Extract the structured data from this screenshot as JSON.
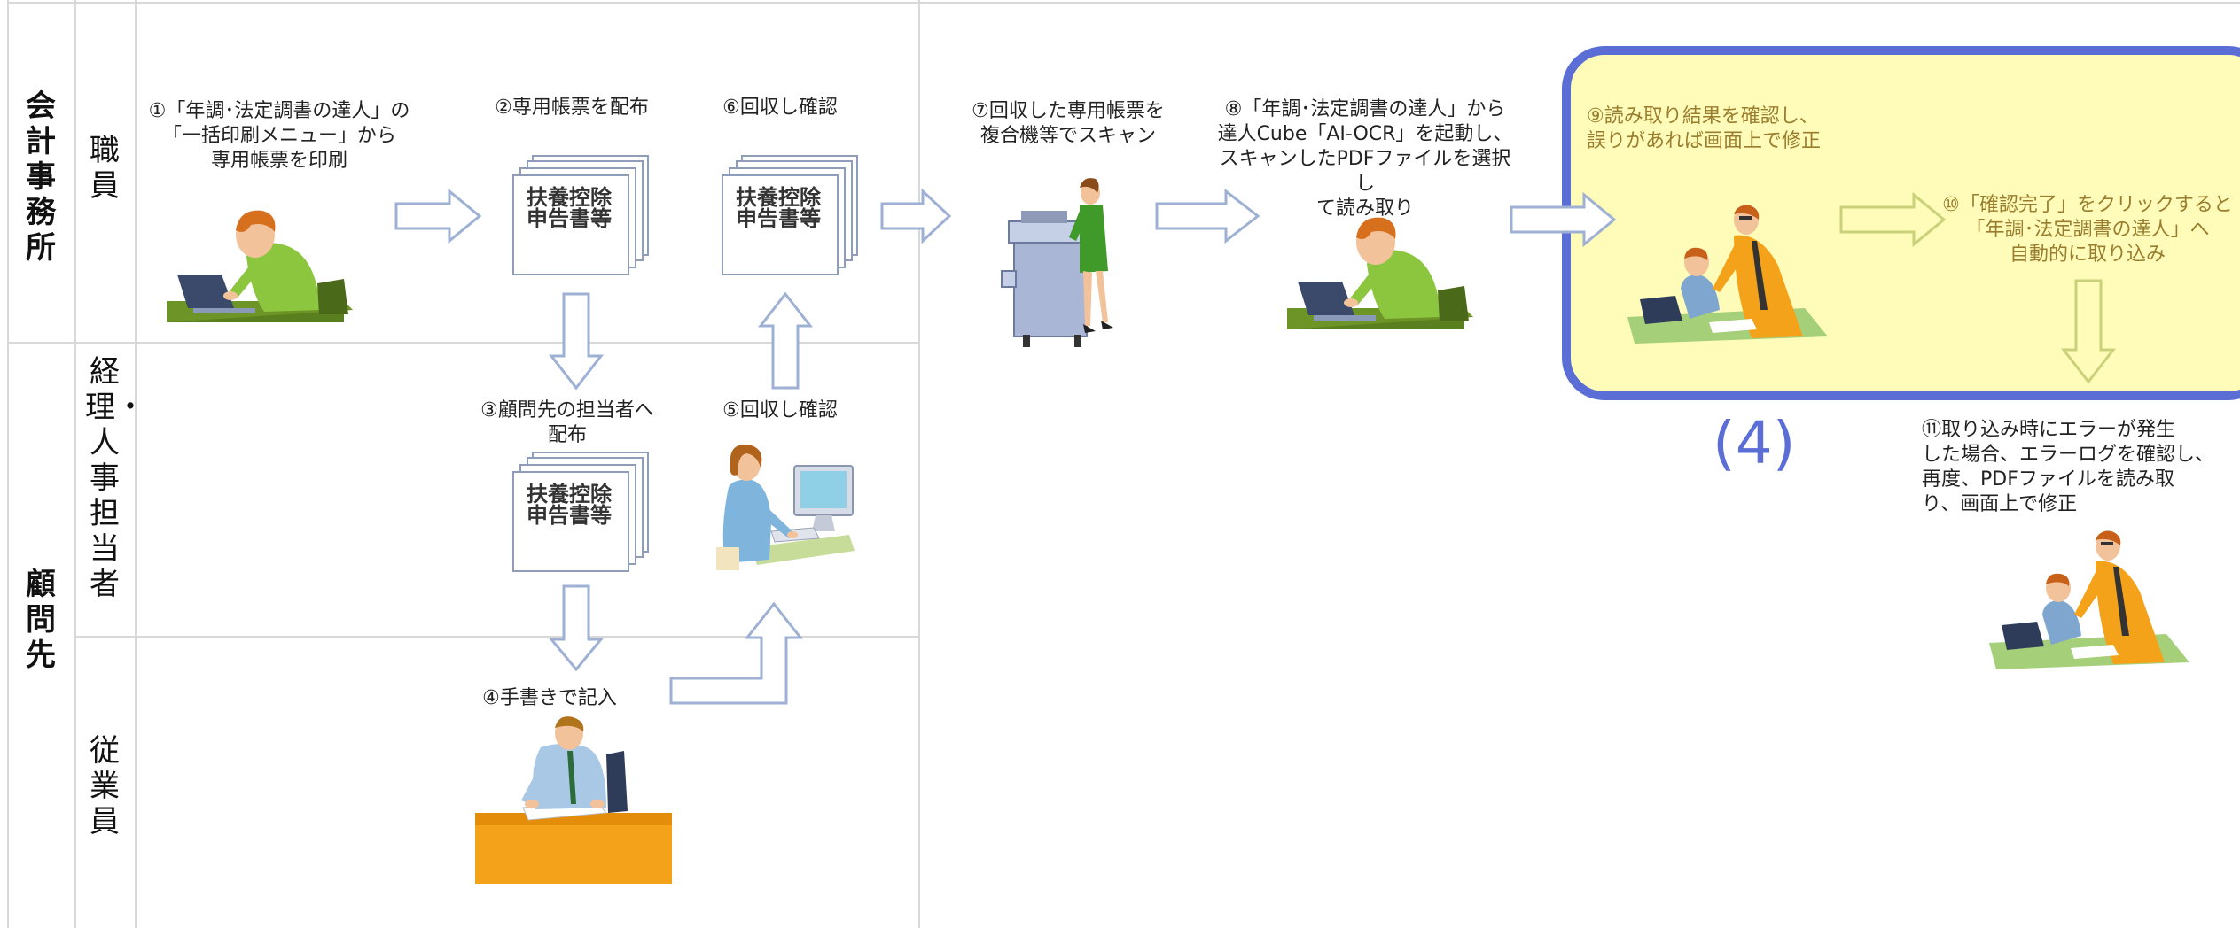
{
  "lanes": {
    "office": "会計事務所",
    "staff": "職員",
    "client": "顧問先",
    "hr": "経理・人事担当者",
    "employee": "従業員"
  },
  "document_label": "扶養控除申告書等",
  "steps": {
    "s1": "①「年調･法定調書の達人」の\n「一括印刷メニュー」から\n専用帳票を印刷",
    "s2": "②専用帳票を配布",
    "s3": "③顧問先の担当者へ\n配布",
    "s4": "④手書きで記入",
    "s5": "⑤回収し確認",
    "s6": "⑥回収し確認",
    "s7": "⑦回収した専用帳票を\n複合機等でスキャン",
    "s8": "⑧「年調･法定調書の達人」から\n達人Cube「AI-OCR」を起動し、\nスキャンしたPDFファイルを選択し\nて読み取り",
    "s9": "⑨読み取り結果を確認し、\n誤りがあれば画面上で修正",
    "s10": "⑩「確認完了」をクリックすると\n「年調･法定調書の達人」へ\n自動的に取り込み",
    "s11": "⑪取り込み時にエラーが発生\nした場合、エラーログを確認し、\n再度、PDFファイルを読み取\nり、画面上で修正"
  },
  "marker": "(4)",
  "colors": {
    "highlight_fill": "#fefcb8",
    "highlight_border": "#5b6ed6",
    "arrow_stroke": "#9eb0d3",
    "arrow_stroke_yellow": "#c9d27a",
    "shirt_green": "#8cc63f",
    "desk_green": "#5a7f1e",
    "orange": "#f5a21b"
  }
}
